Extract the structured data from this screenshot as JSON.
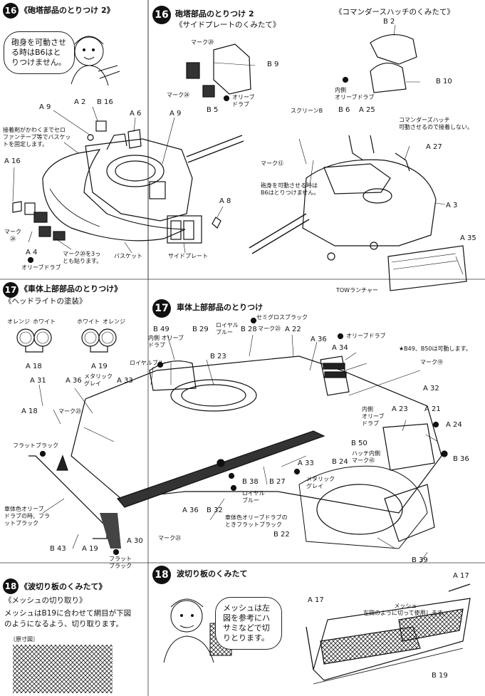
{
  "sec16L": {
    "num": "16",
    "title": "《砲塔部品のとりつけ 2》",
    "bubble": [
      "砲身を可動させ",
      "る時はB6はと",
      "りつけません。"
    ],
    "note": [
      "接着剤がかわくまでセロ",
      "ファンテープ等でバスケッ",
      "トを固定します。"
    ],
    "labels": {
      "a9": "A 9",
      "a2": "A 2",
      "b16": "B 16",
      "a6": "A 6",
      "a9b": "A 9",
      "a16": "A 16",
      "mark24": "マーク",
      "mark24n": "㉔",
      "a4": "A 4",
      "olive": "オリーブドラブ",
      "mark20": [
        "マーク⑳を3っ",
        "とも貼ります。"
      ],
      "basket": "バスケット",
      "sideplate": "サイドプレート",
      "a8": "A 8"
    }
  },
  "sec16R": {
    "num": "16",
    "title": "砲塔部品のとりつけ 2",
    "sub": "《サイドプレートのくみたて》",
    "commander_title": "《コマンダースハッチのくみたて》",
    "labels": {
      "mark20": "マーク⑳",
      "b9": "B 9",
      "mark24": "マーク㉔",
      "olive": [
        "オリーブ",
        "ドラブ"
      ],
      "b5": "B 5",
      "b2": "B 2",
      "inner": [
        "内側",
        "オリーブドラブ"
      ],
      "b10": "B 10",
      "screenb": "スクリーンB",
      "b6": "B 6",
      "a25": "A 25",
      "cmd_note": [
        "コマンダーズハッチ",
        "可動させるので接着しない。"
      ],
      "a27": "A 27",
      "mark12": "マーク⑫",
      "barrel_note": [
        "砲身を可動させる時は",
        "B6はとりつけません。"
      ],
      "a3": "A 3",
      "a35": "A 35",
      "tow": "TOWランチャー"
    }
  },
  "sec17L": {
    "num": "17",
    "title": "《車体上部部品のとりつけ》",
    "sub": "《ヘッドライトの塗装》",
    "labels": {
      "orange1": "オレンジ",
      "white1": "ホワイト",
      "white2": "ホワイト",
      "orange2": "オレンジ",
      "a18": "A 18",
      "a19": "A 19"
    }
  },
  "sec17R": {
    "num": "17",
    "title": "車体上部部品のとりつけ",
    "star": "★B49、B50は可動します。",
    "labels": {
      "b49": "B 49",
      "inner_od": [
        "内側 オリーブ",
        "ドラブ"
      ],
      "b29": "B 29",
      "semi": "セミグロスブラック",
      "royal1": [
        "ロイヤル",
        "ブルー"
      ],
      "b28": "B 28",
      "mark23a": "マーク㉓",
      "a22": "A 22",
      "a36a": "A 36",
      "olive2": "オリーブドラブ",
      "a34": "A 34",
      "mark19": "マーク⑲",
      "royal2": "ロイヤルブルー",
      "b23": "B 23",
      "metal1": [
        "メタリック",
        "グレイ"
      ],
      "a33": "A 33",
      "a31": "A 31",
      "a36b": "A 36",
      "mark23b": "マーク㉓",
      "a18": "A 18",
      "flat1": "フラットブラック",
      "body_od": [
        "車体色オリーブ",
        "ドラブの時、フラ",
        "ットブラック"
      ],
      "b43": "B 43",
      "a19": "A 19",
      "a30": "A 30",
      "flat2": [
        "フラット",
        "ブラック"
      ],
      "mark23c": "マーク㉓",
      "a36c": "A 36",
      "b32": "B 32",
      "b38": "B 38",
      "royal3": [
        "ロイヤル",
        "ブルー"
      ],
      "bodyod2": [
        "車体色オリーブドラブの",
        "ときフラットブラック"
      ],
      "b27": "B 27",
      "a33b": "A 33",
      "metal2": [
        "メタリック",
        "グレイ"
      ],
      "b24": "B 24",
      "a32": "A 32",
      "a23": "A 23",
      "a21": "A 21",
      "a24": "A 24",
      "inner_od2": [
        "内側",
        "オリーブ",
        "ドラブ"
      ],
      "b50": "B 50",
      "hatch": [
        "ハッチ内側",
        "マーク㊸"
      ],
      "b36": "B 36",
      "b22": "B 22",
      "b39": "B 39"
    }
  },
  "sec18L": {
    "num": "18",
    "title": "《波切り板のくみたて》",
    "sub": "《メッシュの切り取り》",
    "body": [
      "メッシュはB19に合わせて網目が下図",
      "のようになるよう、切り取ります。"
    ],
    "scale": "〔原寸図〕"
  },
  "sec18R": {
    "num": "18",
    "title": "波切り板のくみたて",
    "bubble": [
      "メッシュは左",
      "図を参考にハ",
      "サミなどで切",
      "りとります。"
    ],
    "labels": {
      "a17a": "A 17",
      "a17b": "A 17",
      "mesh": [
        "メッシュ",
        "左図のように切って使用します。"
      ],
      "b19": "B 19"
    }
  }
}
